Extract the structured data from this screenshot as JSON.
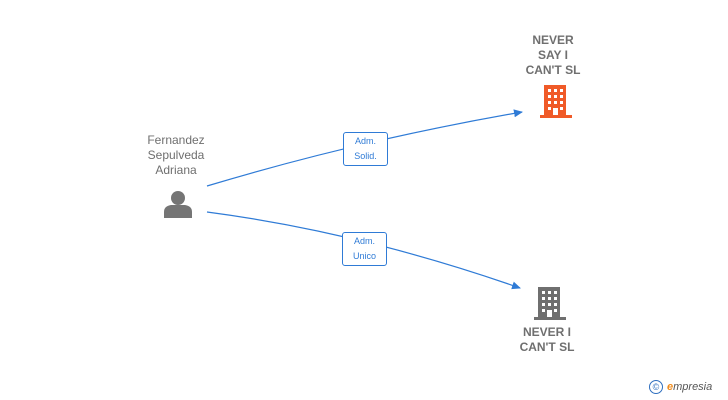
{
  "person": {
    "name": "Fernandez\nSepulveda\nAdriana",
    "icon": "person-icon"
  },
  "companies": [
    {
      "name": "NEVER\nSAY I\nCAN'T  SL",
      "icon": "building-icon",
      "color": "#f05a28"
    },
    {
      "name": "NEVER I\nCAN'T  SL",
      "icon": "building-icon",
      "color": "#6f6f6f"
    }
  ],
  "relations": [
    {
      "label": "Adm.\nSolid.",
      "target": "NEVER SAY I CAN'T SL"
    },
    {
      "label": "Adm.\nUnico",
      "target": "NEVER I CAN'T SL"
    }
  ],
  "colors": {
    "edge": "#2f7bd6",
    "node_text": "#6f6f6f",
    "person_icon": "#757575"
  },
  "watermark": {
    "copyright_symbol": "©",
    "brand_initial": "e",
    "brand_rest": "mpresia"
  }
}
